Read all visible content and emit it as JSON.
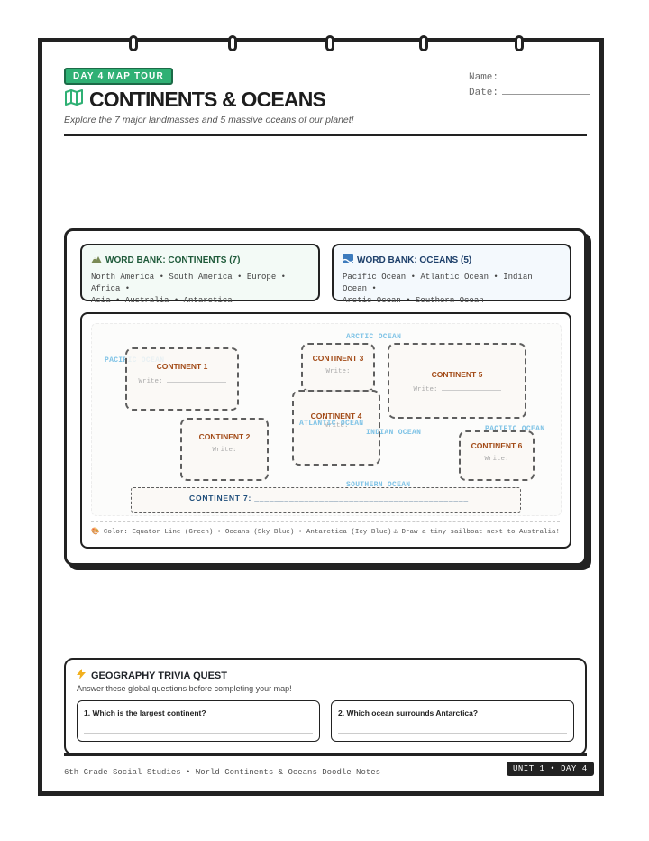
{
  "header": {
    "badge": "DAY 4 MAP TOUR",
    "name_label": "Name:",
    "date_label": "Date:",
    "title": "CONTINENTS & OCEANS",
    "subtitle": "Explore the 7 major landmasses and 5 massive oceans of our planet!",
    "title_icon": "map-icon"
  },
  "word_bank": {
    "continents": {
      "title": "WORD BANK: CONTINENTS (7)",
      "icon": "mountain-icon",
      "line1": "North America • South America • Europe • Africa •",
      "line2": "Asia • Australia • Antarctica"
    },
    "oceans": {
      "title": "WORD BANK: OCEANS (5)",
      "icon": "wave-icon",
      "line1": "Pacific Ocean • Atlantic Ocean • Indian Ocean •",
      "line2": "Arctic Ocean • Southern Ocean"
    }
  },
  "map": {
    "oceans": {
      "arctic": "ARCTIC OCEAN",
      "pacific_left": "PACIFIC OCEAN",
      "atlantic": "ATLANTIC OCEAN",
      "indian": "INDIAN OCEAN",
      "pacific_right": "PACIFIC OCEAN",
      "southern": "SOUTHERN OCEAN"
    },
    "write_label": "Write:",
    "continents": {
      "c1": "CONTINENT 1",
      "c2": "CONTINENT 2",
      "c3": "CONTINENT 3",
      "c4": "CONTINENT 4",
      "c5": "CONTINENT 5",
      "c6": "CONTINENT 6",
      "c7": "CONTINENT 7: ___________________________________________"
    },
    "footer_left": "Color: Equator Line (Green) • Oceans (Sky Blue) • Antarctica (Icy Blue)",
    "footer_right": "Draw a tiny sailboat next to Australia!",
    "colors": {
      "ocean_label": "#7fc3e6",
      "continent_label": "#a24a16",
      "continent7_label": "#1e4d7a"
    }
  },
  "trivia": {
    "title": "GEOGRAPHY TRIVIA QUEST",
    "subtitle": "Answer these global questions before completing your map!",
    "q1": "1. Which is the largest continent?",
    "q2": "2. Which ocean surrounds Antarctica?"
  },
  "footer": {
    "text": "6th Grade Social Studies • World Continents & Oceans Doodle Notes",
    "badge": "UNIT 1 • DAY 4"
  },
  "colors": {
    "badge_green": "#2fb074",
    "continents_bank_bg": "#f3faf6",
    "oceans_bank_bg": "#f4f9fd",
    "ink": "#222222"
  }
}
